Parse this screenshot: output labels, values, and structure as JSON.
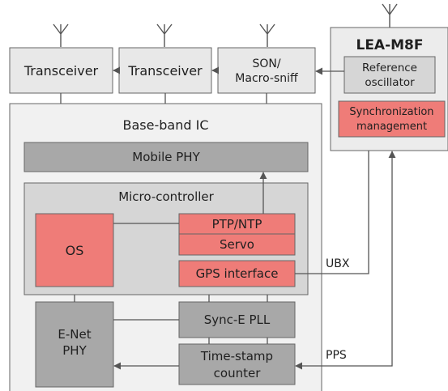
{
  "colors": {
    "light_box": "#e8e8e8",
    "mid_box": "#d6d6d6",
    "dark_box": "#a8a8a8",
    "red_box": "#ef7c78",
    "line": "#555555",
    "text": "#1f1f1f"
  },
  "top_row": {
    "transceiver_1": "Transceiver",
    "transceiver_2": "Transceiver",
    "son_line1": "SON/",
    "son_line2": "Macro-sniff"
  },
  "lea": {
    "title": "LEA-M8F",
    "ref_osc_line1": "Reference",
    "ref_osc_line2": "oscillator",
    "sync_line1": "Synchronization",
    "sync_line2": "management"
  },
  "baseband": {
    "title": "Base-band IC",
    "mobile_phy": "Mobile PHY",
    "micro_controller": "Micro-controller",
    "os": "OS",
    "ptp_ntp": "PTP/NTP",
    "servo": "Servo",
    "gps_interface": "GPS interface",
    "sync_e_pll": "Sync-E PLL",
    "enet_line1": "E-Net",
    "enet_line2": "PHY",
    "timestamp_line1": "Time-stamp",
    "timestamp_line2": "counter"
  },
  "signals": {
    "ubx": "UBX",
    "pps": "PPS"
  },
  "icons": [
    "antenna-icon"
  ]
}
